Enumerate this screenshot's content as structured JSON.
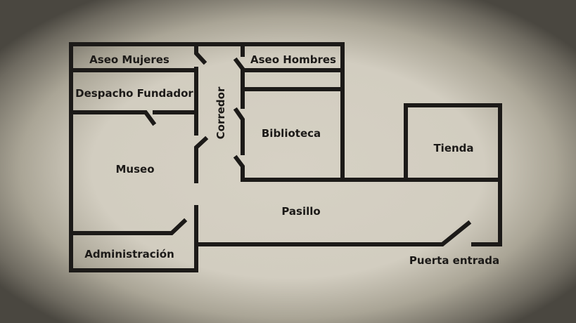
{
  "diagram": {
    "type": "floor-plan",
    "colors": {
      "background": "#d2cdc0",
      "walls": "#1c1a18",
      "vignette": "#4a4740"
    },
    "rooms": [
      {
        "id": "aseo-mujeres",
        "label": "Aseo Mujeres"
      },
      {
        "id": "aseo-hombres",
        "label": "Aseo Hombres"
      },
      {
        "id": "despacho-fundador",
        "label": "Despacho Fundador"
      },
      {
        "id": "corredor",
        "label": "Corredor"
      },
      {
        "id": "biblioteca",
        "label": "Biblioteca"
      },
      {
        "id": "tienda",
        "label": "Tienda"
      },
      {
        "id": "museo",
        "label": "Museo"
      },
      {
        "id": "pasillo",
        "label": "Pasillo"
      },
      {
        "id": "administracion",
        "label": "Administración"
      }
    ],
    "entrance": {
      "label": "Puerta entrada"
    }
  }
}
